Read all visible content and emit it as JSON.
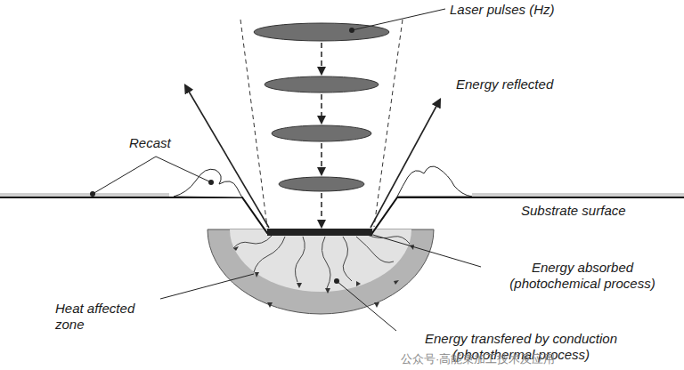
{
  "diagram": {
    "labels": [
      "Laser pulses (Hz)",
      "Energy reflected",
      "Recast",
      "Substrate surface",
      "Energy absorbed (photochemical process)",
      "Heat affected zone",
      "Energy transfered by conduction (photothermal process)",
      "公众号·高能束加工技术及应用"
    ]
  }
}
